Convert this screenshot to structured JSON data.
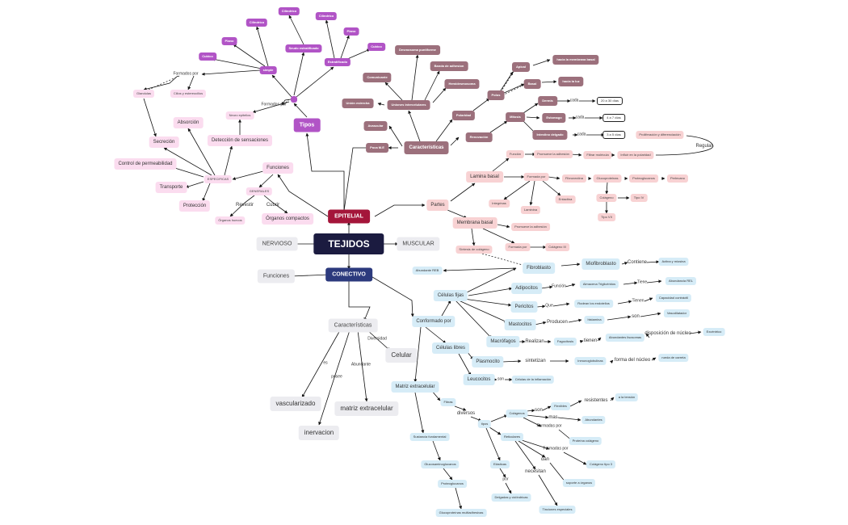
{
  "map": {
    "root": "TEJIDOS",
    "epitelial": "EPITELIAL",
    "conectivo": "CONECTIVO",
    "nervioso": "NERVIOSO",
    "muscular": "MUSCULAR",
    "funciones_main": "Funciones",
    "epi_left": {
      "tipos": "Tipos",
      "formados_por_1": "Formados por",
      "formados_por_2": "Formados por",
      "simple": "simple",
      "estratificado": "Estratificado",
      "pseudo": "Seudo estratificado",
      "s_cubico": "Cubico",
      "s_plano": "Plano",
      "s_cilindrico": "Cilindrico",
      "ps_cilindrico": "Cilíndrico",
      "e_cilindrico": "Cilíndrico",
      "e_plano": "Plano",
      "e_cubico": "Cubico",
      "glandulas": "Glandulas",
      "cilios": "Cilios y estereocilios",
      "neuro": "Neuro epitelios",
      "absorcion": "Absorción",
      "secrecion": "Secreción",
      "deteccion": "Detección de sensaciones",
      "control": "Control de permeabilidad",
      "especificas": "ESPECIFICAS",
      "transporte": "Transporte",
      "proteccion": "Protección",
      "funciones": "Funciones",
      "generales": "GENERALES",
      "revestir": "Revestir",
      "cubrir": "Cubrir",
      "organos_huecos": "Órganos huecos",
      "organos_compactos": "Órganos compactos"
    },
    "epi_right": {
      "caracteristicas": "Características",
      "avascular": "Avascular",
      "poca_me": "Poca M.E",
      "uniones": "Uniones intercelulares",
      "union_estrecha": "Unión estrecha",
      "comunicante": "Comunicante",
      "desmosoma": "Desmosoma puntiforme",
      "banda": "Banda de adhesion",
      "hemidesmosoma": "Hemidesmosoma",
      "polaridad": "Polaridad",
      "polos": "Polos",
      "apical": "Apical",
      "basal": "Basal",
      "hacia_membrana": "hacia la membrana basal",
      "hacia_luz": "hacia la luz",
      "renovacion": "Renovación",
      "mitosis": "Mitosis",
      "dermis": "Dermis",
      "estomago": "Estomago",
      "intestino": "Intestino delgado",
      "cada": "cada",
      "t1": "20 a 30 días",
      "t2": "4 a 7 días",
      "t3": "3 a 5 días",
      "proliferacion": "Proliferación y diferenciación",
      "regular": "Regular",
      "partes": "Partes",
      "lamina_basal": "Lamina basal",
      "funcion": "Función",
      "promueve1": "Promueve la adhesión",
      "filtrar": "Filtrar molécula",
      "influir": "Influir en la polaridad",
      "formada_por_lb": "Formada por",
      "fibronectina": "Fibronectina",
      "glucoproteinas": "Glucoproteinas",
      "proteoglucanos": "Proteoglucanos",
      "perlecano": "Perlecano",
      "colageno": "Colágeno",
      "tipo_iv": "Tipo IV",
      "tipo_vii": "Tipo VII",
      "integrinas": "Integrinas",
      "laminina": "Laminina",
      "entactina": "Entactina",
      "membrana_basal": "Membrana basal",
      "promueve2": "Promueve la adhesión",
      "sintesis": "Síntesis de colágeno",
      "formada_por_mb": "Formada por",
      "colageno_iii": "Colágeno III"
    },
    "con_left": {
      "funciones": "Funciones",
      "caracteristicas": "Características",
      "diversidad": "Diversidad",
      "celular": "Celular",
      "es": "es",
      "posee": "posee",
      "abundante": "Abundante",
      "vascularizado": "vascularizado",
      "inervacion": "inervacion",
      "matriz_extracelular": "matriz extracelular"
    },
    "con_right": {
      "conformado": "Conformado por",
      "celulas_fijas": "Células fijas",
      "fibroblasto": "Fibroblasto",
      "abundante_reb": "Abundante REB",
      "miofibroblasto": "Miofibroblasto",
      "contiene": "Contiene",
      "actina": "Actina y miosina",
      "adipocitos": "Adipocitos",
      "funcion": "Función",
      "almacena": "Almacena Triglicéridos",
      "tiene": "Tiene",
      "abundancia_reb": "Abundancia REL",
      "pericitos": "Pericitos",
      "que": "Que",
      "rodean": "Rodean los endotelios",
      "tienen1": "Tienen",
      "capacidad": "Capacidad contráctil",
      "mastocitos": "Mastocitos",
      "producen": "Producen",
      "histamina": "histamina",
      "son": "son",
      "vasodilatador": "Vasodilatador",
      "macrofagos": "Macrófagos",
      "realizan": "Realizan",
      "fagocitosis": "Fagocitosis",
      "tienen2": "tienen",
      "abundantes_lisosomas": "Abundantes lisosomas",
      "disposicion": "disposición de núcleo",
      "excentrico": "Excéntrico",
      "celulas_libres": "Células libres",
      "plasmocito": "Plasmocito",
      "sintetizan": "sintetizan",
      "inmunoglobulinas": "inmunoglobulinas",
      "forma_nucleo": "forma del núcleo",
      "rueda": "rueda de carreta",
      "leucocitos": "Leucocitos",
      "son2": "son",
      "celulas_inflamacion": "Células de la inflamación",
      "matriz": "Matriz extracelular",
      "fibras": "Fibras",
      "diversos": "diversos",
      "tipos": "tipos",
      "colagenos": "Colágenos",
      "son3": "son",
      "flexibles": "Flexibles",
      "resistentes": "resistentes",
      "a_la_tension": "a la tensión",
      "mas": "mas",
      "abundantes": "Abundantes",
      "formadas_por1": "Formadas por",
      "proteina_colageno": "Proteína colágeno",
      "reticulares": "Reticulares",
      "formadas_por2": "Formadas por",
      "colageno_tipo3": "Colágeno tipo 3",
      "dan": "dan",
      "soporte": "soporte a órganos",
      "necesitan": "necesitan",
      "tinciones": "Tinciones especiales",
      "elasticas": "Elásticas",
      "por": "por",
      "delgadas": "Delgadas y ciclíndricas",
      "sustancia": "Sustancia fundamental",
      "glucosaminoglucanos": "Glucosaminoglucanos",
      "proteoglucanos": "Proteoglucanos",
      "glucoproteinas": "Glucoproteínas multiadhesivas"
    }
  }
}
